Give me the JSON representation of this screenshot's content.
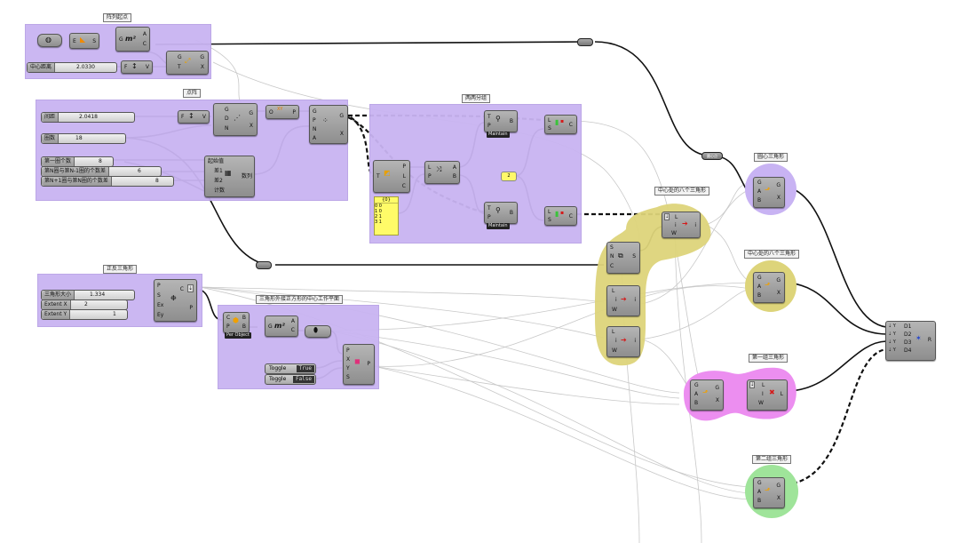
{
  "canvas": {
    "app": "Grasshopper",
    "background": "#ffffff"
  },
  "groups": [
    {
      "id": "g1",
      "label": "阵列起点",
      "color": "#c9b4f2"
    },
    {
      "id": "g2",
      "label": "点阵",
      "color": "#c9b4f2"
    },
    {
      "id": "g3",
      "label": "两两分组",
      "color": "#c9b4f2"
    },
    {
      "id": "g4",
      "label": "正反三角形",
      "color": "#c9b4f2"
    },
    {
      "id": "g5",
      "label": "三角形外接正方形的中心工作平面",
      "color": "#c9b4f2"
    },
    {
      "id": "g6",
      "label": "中心处的八个三角形",
      "color": "#ddd47a"
    },
    {
      "id": "g7",
      "label": "圆心三角形",
      "color": "#c9b4f2"
    },
    {
      "id": "g8",
      "label": "中心处的八个三角形",
      "color": "#ddd47a"
    },
    {
      "id": "g9",
      "label": "第一组三角形",
      "color": "#ec8ef0"
    },
    {
      "id": "g10",
      "label": "第二组三角形",
      "color": "#9fe49a"
    }
  ],
  "sliders": [
    {
      "name": "中心距离",
      "value": "2.0330"
    },
    {
      "name": "间距",
      "value": "2.0418"
    },
    {
      "name": "圈数",
      "value": "18"
    },
    {
      "name": "第一圈个数",
      "value": "8"
    },
    {
      "name": "第N圈与第N-1圈的个数差",
      "value": "6"
    },
    {
      "name": "第N+1圈与第N圈的个数差",
      "value": "8"
    },
    {
      "name": "三角形大小",
      "value": "1.334"
    },
    {
      "name": "Extent X",
      "value": "2"
    },
    {
      "name": "Extent Y",
      "value": "1"
    }
  ],
  "toggles": [
    {
      "name": "Toggle",
      "value": "True"
    },
    {
      "name": "Toggle",
      "value": "False"
    }
  ],
  "relays": [
    {
      "label": ""
    },
    {
      "label": "圆心点"
    },
    {
      "label": ""
    }
  ],
  "components": {
    "sphere": {
      "ports_in": [],
      "ports_out": []
    },
    "surface": {
      "ports_in": [
        "E"
      ],
      "ports_out": [
        "S"
      ]
    },
    "area1": {
      "ports_in": [
        "G"
      ],
      "ports_out": [
        "A",
        "C"
      ],
      "icon": "m²"
    },
    "move1": {
      "ports_in": [
        "G",
        "T"
      ],
      "ports_out": [
        "G",
        "X"
      ]
    },
    "unitx1": {
      "ports_in": [
        "F"
      ],
      "ports_out": [
        "V"
      ]
    },
    "unitx2": {
      "ports_in": [
        "F"
      ],
      "ports_out": [
        "V"
      ]
    },
    "lineardup": {
      "ports_in": [
        "G",
        "D",
        "N"
      ],
      "ports_out": [
        "G",
        "X"
      ]
    },
    "origin": {
      "ports_in": [
        "O"
      ],
      "ports_out": [
        "P"
      ],
      "icon": "XY"
    },
    "polararray": {
      "ports_in": [
        "G",
        "P",
        "N",
        "A"
      ],
      "ports_out": [
        "G",
        "X"
      ]
    },
    "series": {
      "ports_in": [
        "起始值",
        "差1",
        "差2",
        "计数"
      ],
      "ports_out": [
        "数列"
      ]
    },
    "flip": {
      "ports_in": [
        "T"
      ],
      "ports_out": [
        "P",
        "L",
        "C"
      ]
    },
    "dispatch": {
      "ports_in": [
        "L",
        "P"
      ],
      "ports_out": [
        "A",
        "B"
      ]
    },
    "cullpat1": {
      "ports_in": [
        "T",
        "P"
      ],
      "ports_out": [
        "B"
      ],
      "tag": "Maintain"
    },
    "cullpat2": {
      "ports_in": [
        "T",
        "P"
      ],
      "ports_out": [
        "B"
      ],
      "tag": "Maintain"
    },
    "partition1": {
      "ports_in": [
        "L",
        "S"
      ],
      "ports_out": [
        "C"
      ]
    },
    "partition2": {
      "ports_in": [
        "L",
        "S"
      ],
      "ports_out": [
        "C"
      ]
    },
    "number_param": {
      "value": "2"
    },
    "panel": {
      "header": "{0}",
      "rows": [
        [
          "0",
          "0"
        ],
        [
          "1",
          "0"
        ],
        [
          "2",
          "1"
        ],
        [
          "3",
          "1"
        ]
      ]
    },
    "rectangle": {
      "ports_in": [
        "P",
        "S",
        "Ex",
        "Ey"
      ],
      "ports_out": [
        "C",
        "P"
      ]
    },
    "peritem": {
      "ports_in": [
        "C",
        "P"
      ],
      "ports_out": [
        "B",
        "B"
      ],
      "tag": "Per Object"
    },
    "area2": {
      "ports_in": [
        "G"
      ],
      "ports_out": [
        "A",
        "C"
      ],
      "icon": "m²"
    },
    "explode": {
      "ports_in": [],
      "ports_out": []
    },
    "plane": {
      "ports_in": [
        "P",
        "X",
        "Y",
        "S"
      ],
      "ports_out": [
        "P"
      ]
    },
    "shift": {
      "ports_in": [
        "S",
        "N",
        "C"
      ],
      "ports_out": [
        "S"
      ]
    },
    "listitem1": {
      "ports_in": [
        "L",
        "i",
        "W"
      ],
      "ports_out": [
        "i"
      ]
    },
    "listitem2": {
      "ports_in": [
        "L",
        "i",
        "W"
      ],
      "ports_out": [
        "i"
      ]
    },
    "listitem3": {
      "ports_in": [
        "L",
        "i",
        "W"
      ],
      "ports_out": [
        "i"
      ]
    },
    "orient1": {
      "ports_in": [
        "G",
        "A",
        "B"
      ],
      "ports_out": [
        "G",
        "X"
      ]
    },
    "orient2": {
      "ports_in": [
        "G",
        "A",
        "B"
      ],
      "ports_out": [
        "G",
        "X"
      ]
    },
    "orient3": {
      "ports_in": [
        "G",
        "A",
        "B"
      ],
      "ports_out": [
        "G",
        "X"
      ]
    },
    "orient4": {
      "ports_in": [
        "G",
        "A",
        "B"
      ],
      "ports_out": [
        "G",
        "X"
      ]
    },
    "cullidx": {
      "ports_in": [
        "L",
        "I",
        "W"
      ],
      "ports_out": [
        "L"
      ]
    },
    "merge": {
      "ports_in": [
        "D1",
        "D2",
        "D3",
        "D4"
      ],
      "ports_out": [
        "R"
      ]
    }
  }
}
